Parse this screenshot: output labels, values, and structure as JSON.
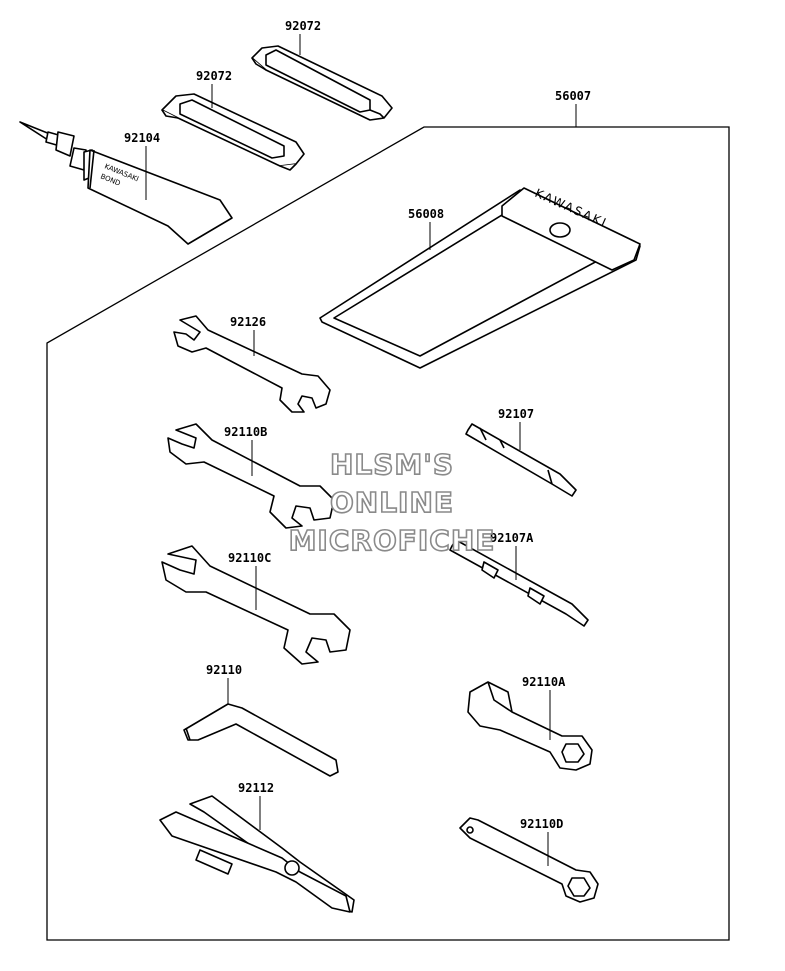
{
  "labels": {
    "p92072_top": "92072",
    "p92072_mid": "92072",
    "p56007": "56007",
    "p92104": "92104",
    "p56008": "56008",
    "p92126": "92126",
    "p92107": "92107",
    "p92110B": "92110B",
    "p92107A": "92107A",
    "p92110C": "92110C",
    "p92110": "92110",
    "p92110A": "92110A",
    "p92112": "92112",
    "p92110D": "92110D"
  },
  "tube_text": {
    "line1": "KAWASAKI",
    "line2": "BOND"
  },
  "pouch_brand": "KAWASAKI",
  "watermark": {
    "line1": "HLSM'S",
    "line2": "ONLINE",
    "line3": "MICROFICHE"
  }
}
